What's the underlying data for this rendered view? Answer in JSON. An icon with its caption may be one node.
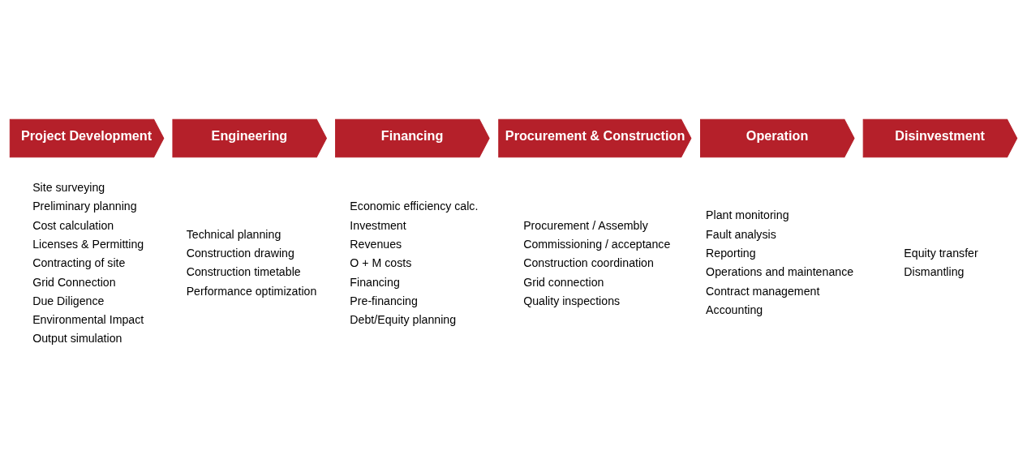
{
  "diagram": {
    "nodes": [
      {
        "text": [
          "Project Development"
        ],
        "beside": [
          "Site surveying",
          "Preliminary planning",
          "Cost calculation",
          "Licenses & Permitting",
          "Contracting of site",
          "Grid Connection",
          "Due Diligence",
          "Environmental Impact",
          "Output simulation"
        ]
      },
      {
        "text": [
          "Engineering"
        ],
        "beside": [
          "Technical planning",
          "Construction drawing",
          "Construction timetable",
          "Performance optimization"
        ]
      },
      {
        "text": [
          "Financing"
        ],
        "beside": [
          "Economic efficiency calc.",
          "Investment",
          "Revenues",
          "O + M costs",
          "Financing",
          "Pre-financing",
          "Debt/Equity planning"
        ]
      },
      {
        "text": [
          "Procurement & Construction"
        ],
        "beside": [
          "Procurement / Assembly",
          "Commissioning / acceptance",
          "Construction coordination",
          "Grid connection",
          "Quality inspections"
        ]
      },
      {
        "text": [
          "Operation"
        ],
        "beside": [
          "Plant monitoring",
          "Fault analysis",
          "Reporting",
          "Operations and maintenance",
          "Contract management",
          "Accounting"
        ]
      },
      {
        "text": [
          "Disinvestment"
        ],
        "beside": [
          "Equity transfer",
          "Dismantling"
        ]
      }
    ]
  }
}
